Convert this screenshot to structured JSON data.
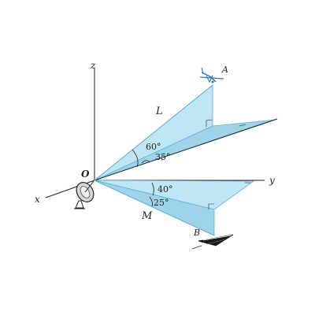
{
  "labels": {
    "z": "z",
    "x": "x",
    "y": "y",
    "origin": "O",
    "point_a": "A",
    "point_b": "B",
    "line_l": "L",
    "line_m": "M"
  },
  "angles": {
    "upper_elevation": "60°",
    "upper_azimuth": "35°",
    "lower_elevation": "40°",
    "lower_azimuth": "25°"
  },
  "icons": {
    "radar": "radar-dish-icon",
    "aircraft": "aircraft-icon",
    "missile": "missile-icon"
  },
  "colors": {
    "plane_fill": "#bfe6f5",
    "plane_fill_dark": "#9fd3ea",
    "plane_stroke": "#5ab0d6",
    "ink": "#222222"
  }
}
